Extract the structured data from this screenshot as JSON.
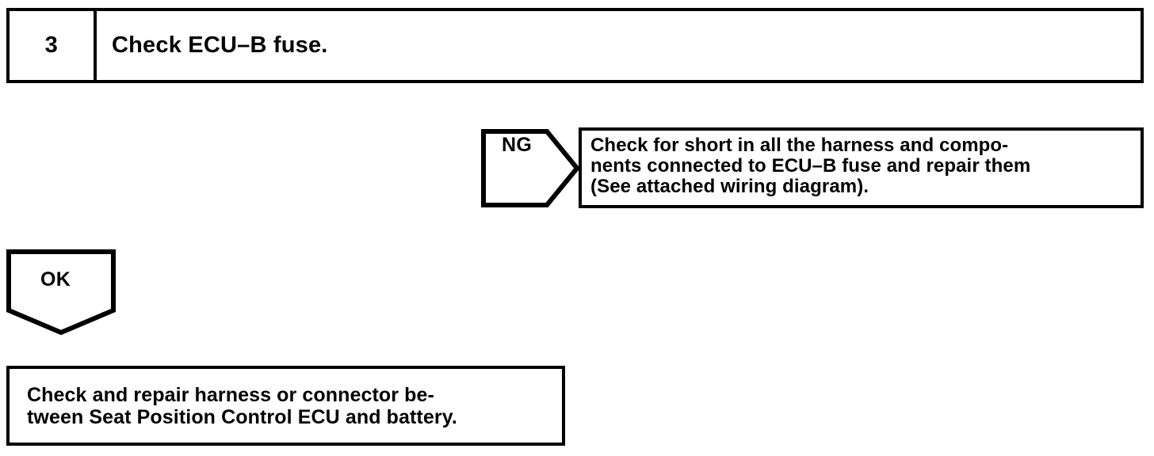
{
  "step": {
    "number": "3",
    "title": "Check ECU–B fuse."
  },
  "ng_branch": {
    "label": "NG",
    "arrow_icon": "pentagon-arrow-right-icon",
    "result_text": "Check for short in all the harness and compo-\nnents connected to ECU–B fuse and repair them\n(See attached wiring diagram)."
  },
  "ok_branch": {
    "label": "OK",
    "arrow_icon": "pentagon-arrow-down-icon"
  },
  "final_action": {
    "text": "Check and repair harness or connector be-\ntween Seat Position Control ECU and battery."
  },
  "colors": {
    "ink": "#000000",
    "paper": "#ffffff"
  }
}
